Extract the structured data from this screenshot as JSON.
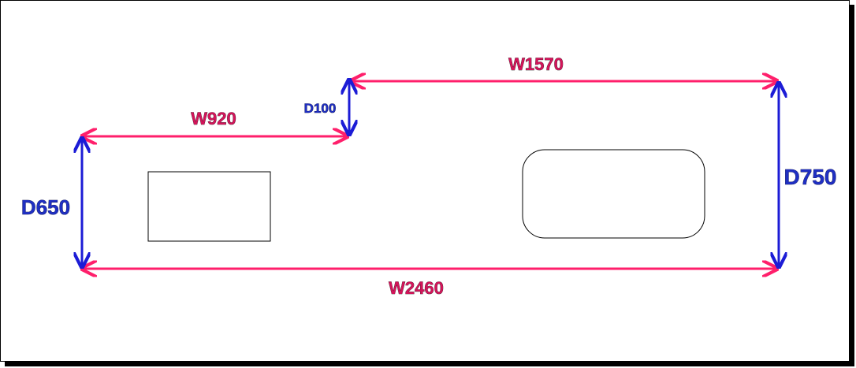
{
  "dimensions": {
    "w_left": "W920",
    "w_upper": "W1570",
    "w_total": "W2460",
    "d_left": "D650",
    "d_step": "D100",
    "d_right": "D750"
  },
  "colors": {
    "width_arrow": "#ff1f6b",
    "depth_arrow": "#1c1cd6",
    "width_text": "#d4145a",
    "depth_text": "#1f2fc2",
    "outline": "#000000"
  }
}
